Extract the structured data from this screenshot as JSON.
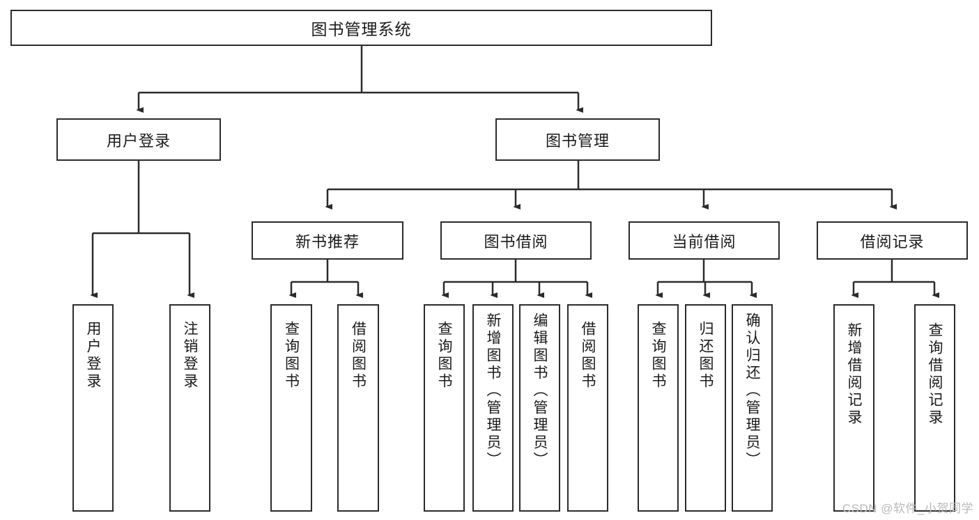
{
  "diagram": {
    "title": "图书管理系统",
    "type": "tree-hierarchy-diagram",
    "watermark": "CSDN @软件_小贺同学",
    "colors": {
      "stroke": "#2b2b2b",
      "fill": "#ffffff",
      "text": "#1a1a1a",
      "watermark": "#b9b9b9"
    },
    "root": {
      "label": "图书管理系统"
    },
    "level2": [
      {
        "label": "用户登录"
      },
      {
        "label": "图书管理"
      }
    ],
    "level3": [
      {
        "label": "新书推荐"
      },
      {
        "label": "图书借阅"
      },
      {
        "label": "当前借阅"
      },
      {
        "label": "借阅记录"
      }
    ],
    "leaves": {
      "user_login": [
        {
          "label": "用户登录"
        },
        {
          "label": "注销登录"
        }
      ],
      "new_book_recommend": [
        {
          "label": "查询图书"
        },
        {
          "label": "借阅图书"
        }
      ],
      "book_borrow": [
        {
          "label": "查询图书"
        },
        {
          "label": "新增图书（管理员）"
        },
        {
          "label": "编辑图书（管理员）"
        },
        {
          "label": "借阅图书"
        }
      ],
      "current_borrow": [
        {
          "label": "查询图书"
        },
        {
          "label": "归还图书"
        },
        {
          "label": "确认归还（管理员）"
        }
      ],
      "borrow_record": [
        {
          "label": "新增借阅记录"
        },
        {
          "label": "查询借阅记录"
        }
      ]
    }
  }
}
